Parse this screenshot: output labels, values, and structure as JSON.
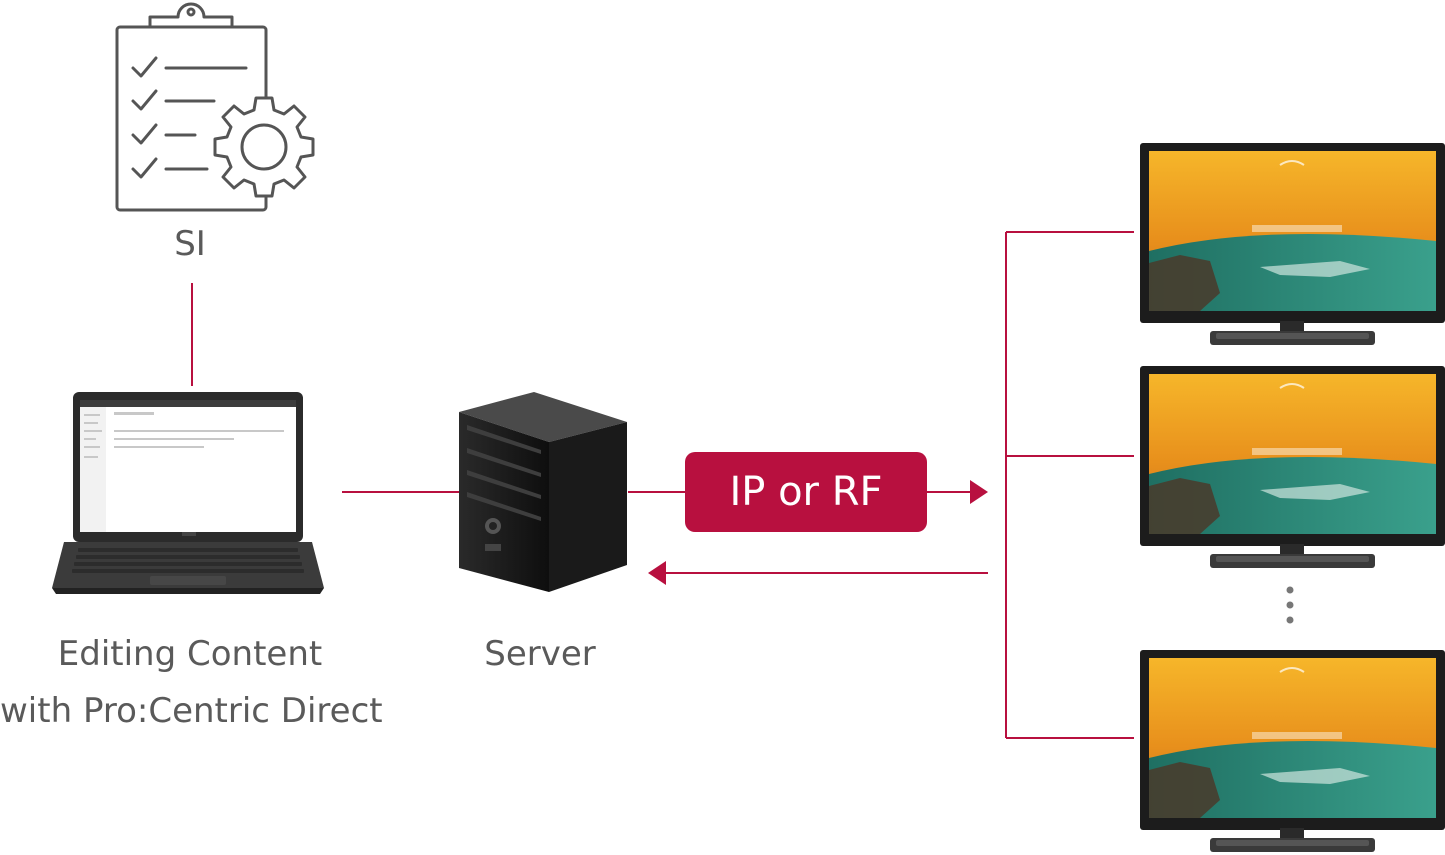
{
  "labels": {
    "si": "SI",
    "editing_line1": "Editing Content",
    "editing_line2": "with Pro:Centric Direct",
    "server": "Server",
    "connection": "IP or RF"
  },
  "nodes": {
    "si": {
      "icon": "clipboard-checklist-gear-icon"
    },
    "laptop": {
      "icon": "laptop-icon"
    },
    "server": {
      "icon": "server-tower-icon"
    },
    "displays": {
      "icon": "tv-icon",
      "count_shown": 3,
      "ellipsis": true
    }
  },
  "colors": {
    "accent": "#b8103f",
    "text": "#5a5a5a",
    "icon_stroke": "#555555",
    "tv_sky": "#f0a020",
    "tv_sea": "#2e8a7a"
  }
}
